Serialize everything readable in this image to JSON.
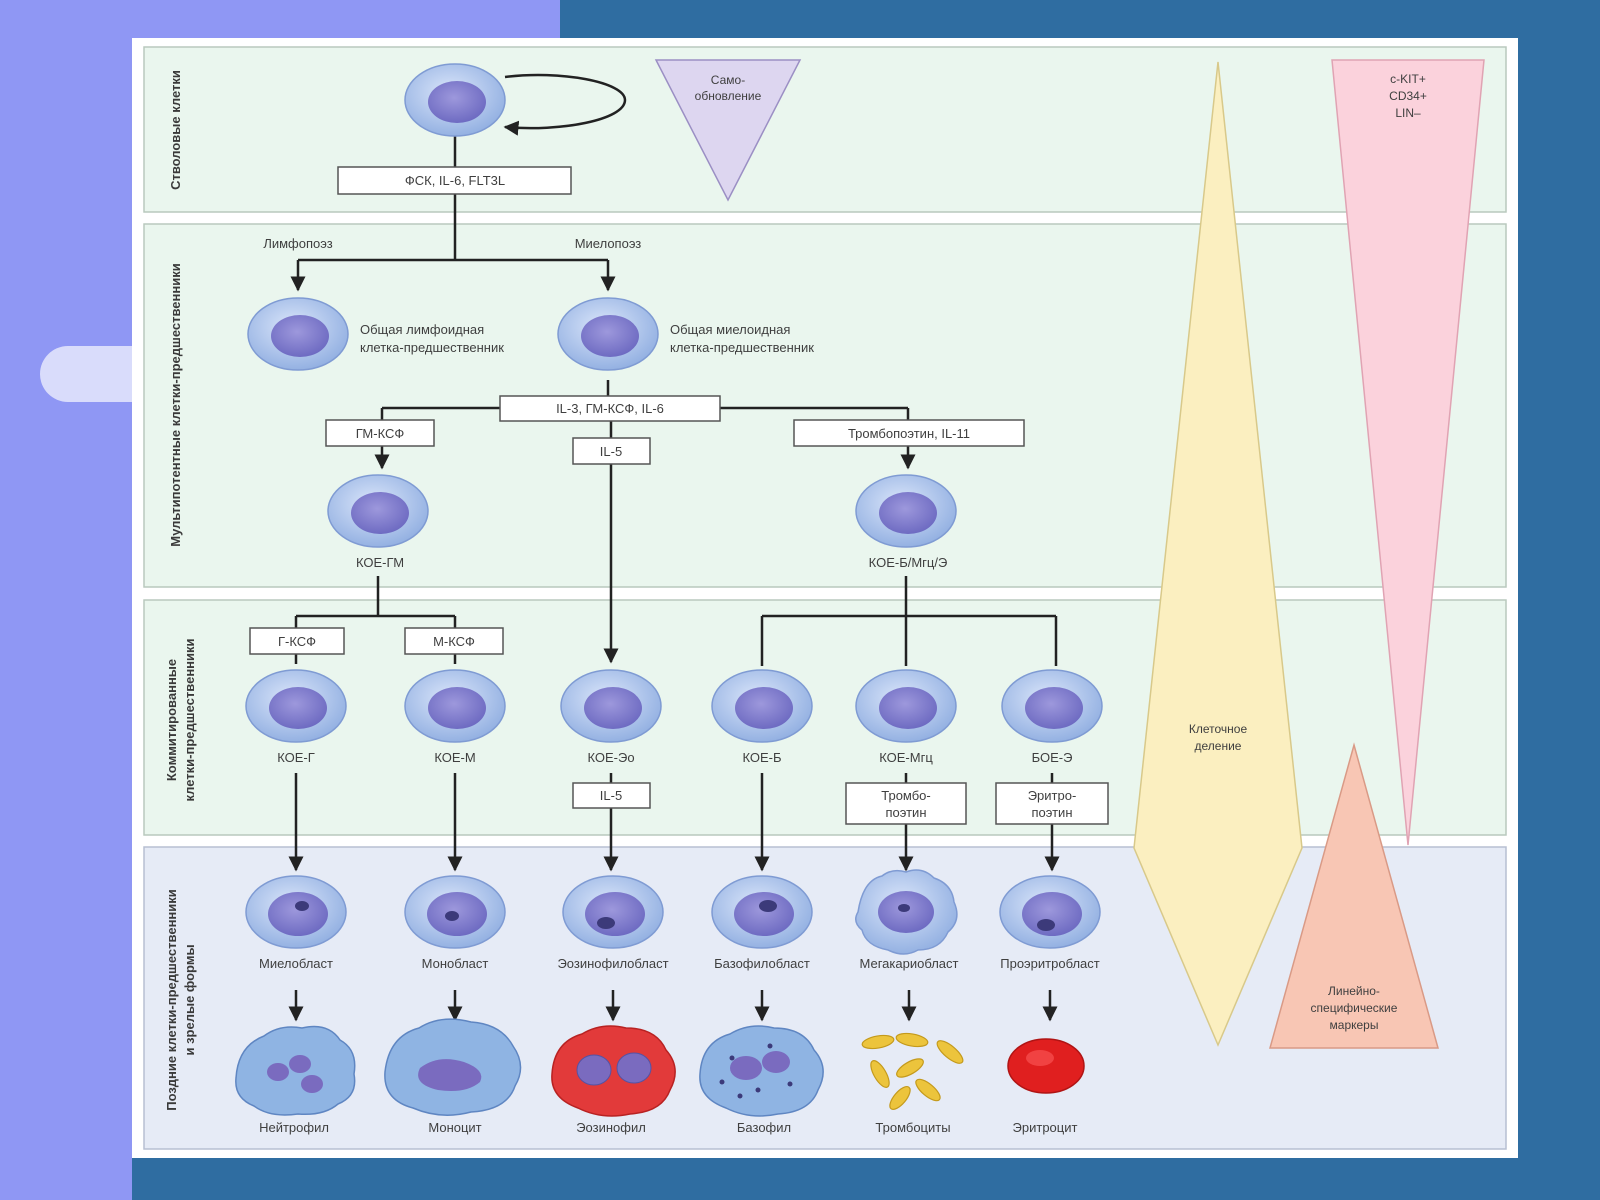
{
  "bands": [
    {
      "title": "Стволовые клетки"
    },
    {
      "title": "Мультипотентные клетки-предшественники"
    },
    {
      "title_line1": "Коммитированные",
      "title_line2": "клетки-предшественники"
    },
    {
      "title_line1": "Поздние клетки-предшественники",
      "title_line2": "и зрелые формы"
    }
  ],
  "triangles": {
    "self_renewal": {
      "line1": "Само-",
      "line2": "обновление"
    },
    "cell_division": {
      "line1": "Клеточное",
      "line2": "деление"
    },
    "surface_markers": {
      "line1": "c-KIT+",
      "line2": "CD34+",
      "line3": "LIN–"
    },
    "lineage_markers": {
      "line1": "Линейно-",
      "line2": "специфические",
      "line3": "маркеры"
    }
  },
  "factors": {
    "stem": "ФСК, IL-6, FLT3L",
    "multi": "IL-3, ГМ-КСФ, IL-6",
    "gm_csf": "ГМ-КСФ",
    "il5_top": "IL-5",
    "tpo_il11": "Тромбопоэтин, IL-11",
    "g_csf": "Г-КСФ",
    "m_csf": "М-КСФ",
    "il5_low": "IL-5",
    "tpo_line1": "Тромбо-",
    "tpo_line2": "поэтин",
    "epo_line1": "Эритро-",
    "epo_line2": "поэтин"
  },
  "paths": {
    "lymphopoiesis": "Лимфопоэз",
    "myelopoiesis": "Миелопоэз"
  },
  "progenitors": {
    "lymphoid_line1": "Общая лимфоидная",
    "lymphoid_line2": "клетка-предшественник",
    "myeloid_line1": "Общая миелоидная",
    "myeloid_line2": "клетка-предшественник",
    "cfu_gm": "КОЕ-ГМ",
    "cfu_b_mk_e": "КОЕ-Б/Мгц/Э"
  },
  "committed": [
    "КОЕ-Г",
    "КОЕ-М",
    "КОЕ-Эо",
    "КОЕ-Б",
    "КОЕ-Мгц",
    "БОЕ-Э"
  ],
  "blasts": [
    "Миелобласт",
    "Монобласт",
    "Эозинофилобласт",
    "Базофилобласт",
    "Мегакариобласт",
    "Проэритробласт"
  ],
  "mature": [
    "Нейтрофил",
    "Моноцит",
    "Эозинофил",
    "Базофил",
    "Тромбоциты",
    "Эритроцит"
  ],
  "colors": {
    "band_green": "#eaf6ee",
    "band_blue": "#e6ebf6",
    "cell_outer": "#a3bde8",
    "cell_inner": "#8f8ed6",
    "self_renewal": "#ddd6f0",
    "cell_division": "#fbefc0",
    "surface_markers": "#fbd2dc",
    "lineage_markers": "#f8c6b4",
    "eosinophil": "#e23a3a",
    "erythrocyte": "#e01f1f",
    "platelet": "#ecc43c"
  }
}
